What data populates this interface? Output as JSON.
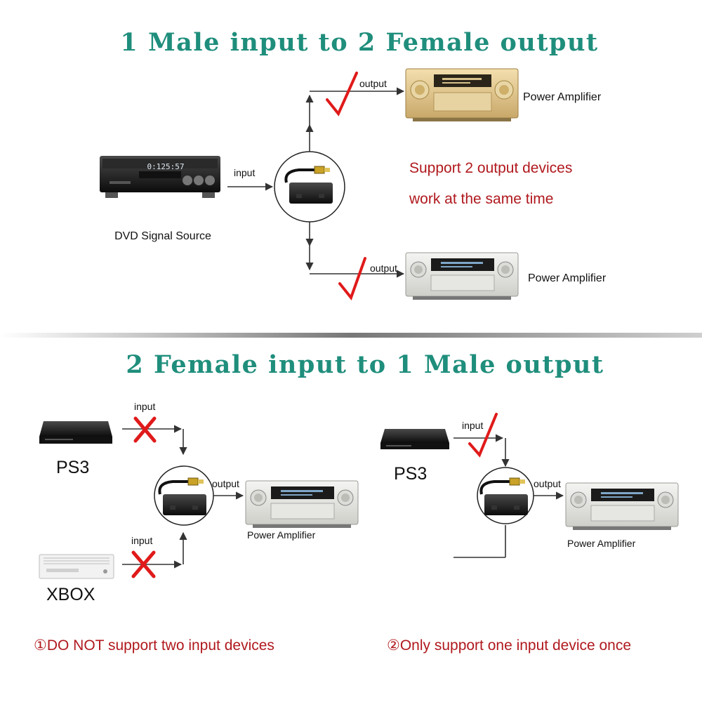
{
  "colors": {
    "title": "#1f8e7c",
    "note": "#b0191e",
    "check": "#e01a1a",
    "cross": "#e01a1a"
  },
  "top": {
    "title": "1 Male input to 2 Female output",
    "source_label": "DVD Signal Source",
    "source_display": "0:125:57",
    "input_label": "input",
    "output_top_label": "output",
    "output_bottom_label": "output",
    "amp_top_label": "Power Amplifier",
    "amp_bottom_label": "Power Amplifier",
    "note_line1": "Support 2 output devices",
    "note_line2": "work at the same time"
  },
  "bottom": {
    "title": "2 Female input to 1 Male output",
    "left": {
      "device1_label": "PS3",
      "device2_label": "XBOX",
      "input1_label": "input",
      "input2_label": "input",
      "output_label": "output",
      "amp_label": "Power Amplifier",
      "note": "①DO NOT support two input devices"
    },
    "right": {
      "device_label": "PS3",
      "input_label": "input",
      "output_label": "output",
      "amp_label": "Power Amplifier",
      "note": "②Only support one input device once"
    }
  },
  "icons": [
    "dvd-player-icon",
    "splitter-icon",
    "amplifier-icon",
    "ps3-icon",
    "xbox-icon",
    "check-icon",
    "cross-icon"
  ]
}
